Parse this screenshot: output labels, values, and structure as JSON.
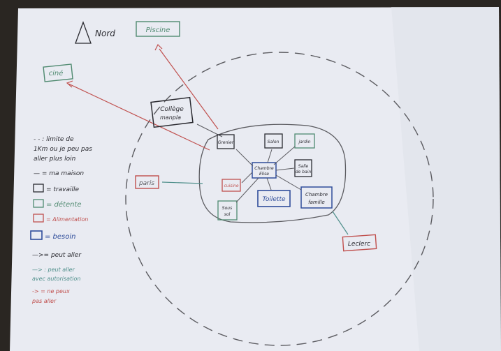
{
  "colors": {
    "backdrop": "#2a2622",
    "paper": "#e9ebf2",
    "pencil": "#5b5b60",
    "black": "#2a2a30",
    "green": "#4f8a70",
    "red": "#c0504e",
    "blue": "#2f4d9a",
    "teal": "#4f8f8b"
  },
  "header": {
    "north_label": "Nord",
    "piscine": "Piscine",
    "cine": "ciné"
  },
  "diagram": {
    "college": [
      "Collège",
      "manpla"
    ],
    "paris": "paris",
    "leclerc": "Leclerc",
    "rooms": {
      "grenier": "Grenier",
      "salon": "Salon",
      "jardin": "jardin",
      "chambre_elise": [
        "Chambre",
        "Elise"
      ],
      "cuisine": "cuisine",
      "salle_de_bain": [
        "Salle",
        "de bain"
      ],
      "toilette": "Toilette",
      "sous_sol": [
        "Sous",
        "sol"
      ],
      "chambre_famille": [
        "Chambre",
        "famille"
      ]
    }
  },
  "legend": {
    "limit": [
      "- - : limite de",
      "1Km ou je peu pas",
      "aller plus loin"
    ],
    "maison": "— = ma maison",
    "travaille": "= travaille",
    "detente": "= détente",
    "alimentation": "= Alimentation",
    "besoin": "= besoin",
    "peut_aller": "—>= peut aller",
    "autorisation": [
      "—> : peut aller",
      "avec autorisation"
    ],
    "ne_peux": [
      "-> = ne peux",
      "pas aller"
    ]
  }
}
